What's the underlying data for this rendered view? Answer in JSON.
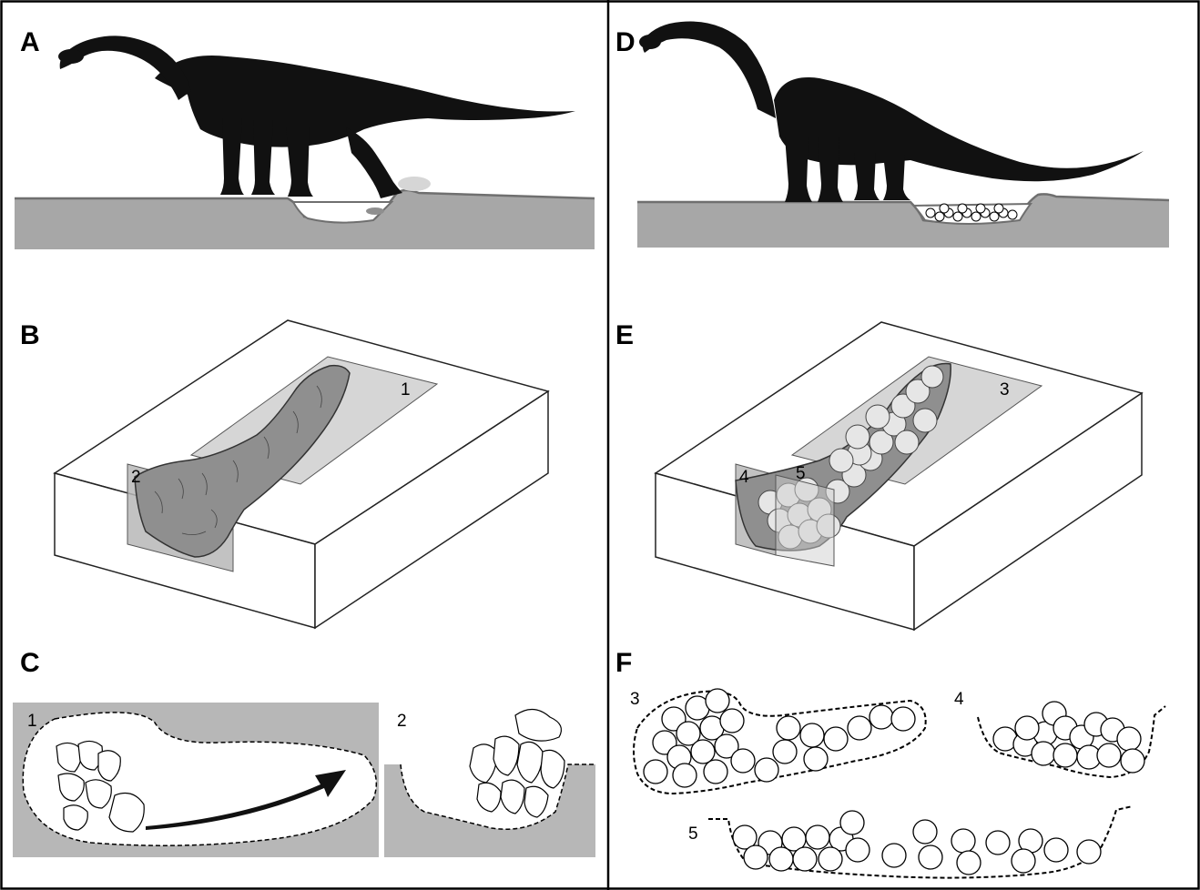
{
  "panels": {
    "A": "A",
    "B": "B",
    "C": "C",
    "D": "D",
    "E": "E",
    "F": "F"
  },
  "section_numbers": {
    "B_plane1": "1",
    "B_plane2": "2",
    "C_section1": "1",
    "C_section2": "2",
    "E_plane3": "3",
    "E_plane4": "4",
    "E_plane5": "5",
    "F_section3": "3",
    "F_section4": "4",
    "F_section5": "5"
  },
  "colors": {
    "silhouette": "#111111",
    "ground": "#a7a7a7",
    "ground_edge": "#6f6f6f",
    "section_fill": "#b7b7b7",
    "track_fill": "#8f8f8f",
    "plane_fill": "#cfcfcf",
    "egg_fill": "#ffffff",
    "outline": "#000000"
  }
}
